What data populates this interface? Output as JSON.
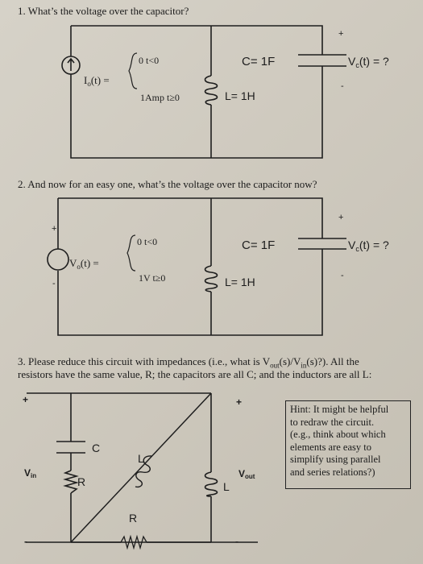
{
  "q1": {
    "title": "1. What’s the voltage over the capacitor?",
    "source_label": "I",
    "source_sub": "o",
    "source_arg": "(t) =",
    "case_top": "0 t<0",
    "case_bottom": "1Amp t≥0",
    "cap_label": "C= 1F",
    "vc_label": "V",
    "vc_sub": "c",
    "vc_tail": "(t) = ?",
    "ind_label": "L= 1H",
    "plus": "+",
    "minus": "-"
  },
  "q2": {
    "title": "2. And now for an easy one, what’s the voltage over the capacitor now?",
    "source_label": "V",
    "source_sub": "o",
    "source_arg": "(t) =",
    "case_top": "0 t<0",
    "case_bottom": "1V t≥0",
    "cap_label": "C= 1F",
    "vc_label": "V",
    "vc_sub": "c",
    "vc_tail": "(t) = ?",
    "ind_label": "L= 1H",
    "plus": "+",
    "minus": "-"
  },
  "q3": {
    "line1_a": "3. Please reduce this circuit with impedances (i.e., what is V",
    "line1_sub1": "out",
    "line1_b": "(s)/V",
    "line1_sub2": "in",
    "line1_c": "(s)?). All the",
    "line2": "resistors have the same value, R; the capacitors are all C; and the inductors are all L:",
    "vin": "V",
    "vin_sub": "in",
    "vout": "V",
    "vout_sub": "out",
    "c_label": "C",
    "r_label": "R",
    "l_label": "L",
    "l_label2": "L",
    "r_bottom": "R",
    "plus": "+",
    "minus": "-"
  },
  "hint": {
    "lines": [
      "Hint: It might be helpful",
      "to redraw the circuit.",
      "(e.g., think about which",
      "elements are easy to",
      "simplify using parallel",
      "and series relations?)"
    ]
  }
}
